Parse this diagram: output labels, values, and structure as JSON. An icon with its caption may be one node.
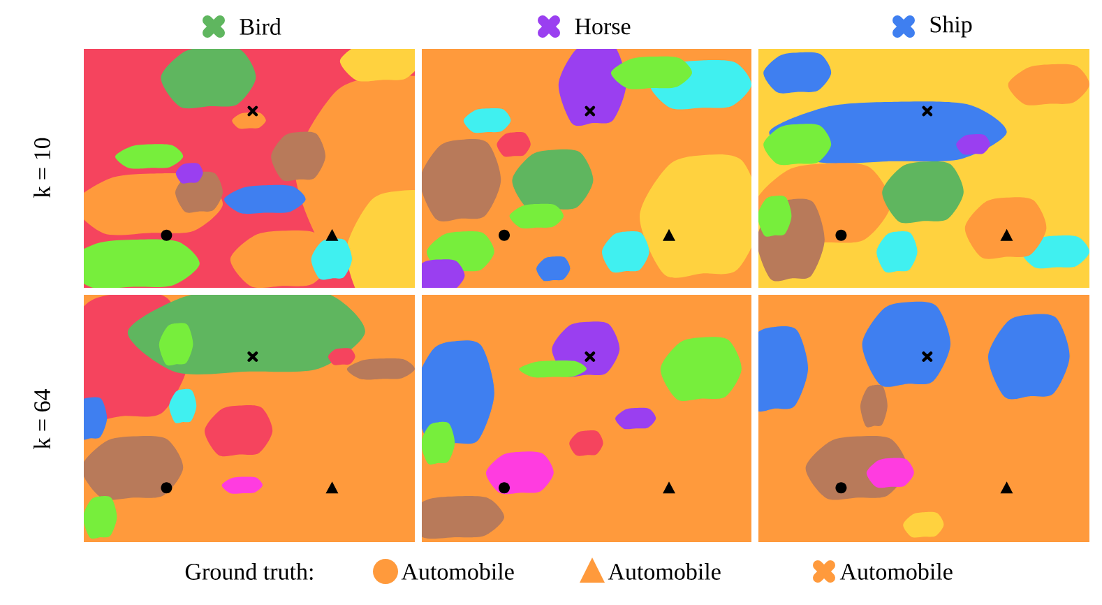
{
  "diagram": {
    "labels": [
      "k = 10",
      "k = 64",
      "Ground truth:"
    ],
    "legend": [
      {
        "text": "Bird",
        "color": "#5fb65f"
      },
      {
        "text": "Horse",
        "color": "#9a3ff0"
      },
      {
        "text": "Ship",
        "color": "#3f7ff0"
      },
      {
        "text": "Automobile"
      },
      {
        "text": "Automobile"
      },
      {
        "text": "Automobile"
      }
    ]
  }
}
